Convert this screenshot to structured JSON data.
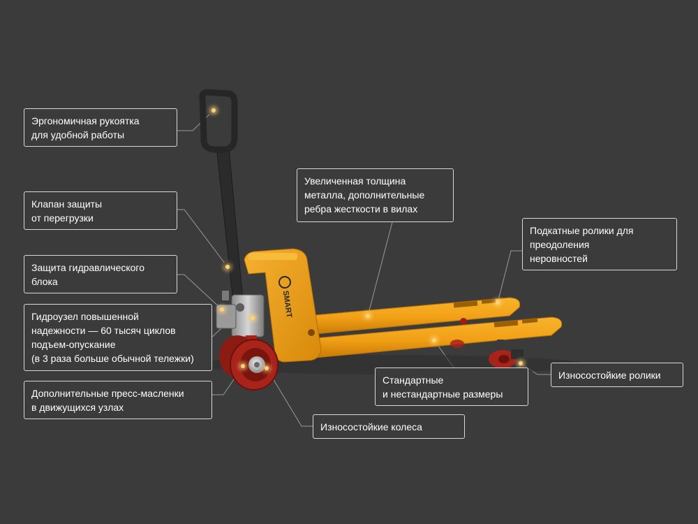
{
  "colors": {
    "background": "#3b3b3b",
    "callout_border": "#d9d9d9",
    "text": "#ffffff",
    "frame_orange": "#f2a016",
    "frame_orange_dark": "#c97c06",
    "handle": "#2a2a2a",
    "wheel_red": "#a8231a",
    "leader_line": "#9a9a9a",
    "marker_glow": "#ffd27a"
  },
  "brand": {
    "logo_text": "SMART"
  },
  "callouts": {
    "handle": "Эргономичная рукоятка\nдля удобной работы",
    "overload_valve": "Клапан защиты\nот перегрузки",
    "hydraulic_protection": "Защита гидравлического\nблока",
    "hydraulic_unit": "Гидроузел повышенной\nнадежности — 60 тысяч циклов\nподъем-опускание\n(в 3 раза больше обычной тележки)",
    "grease_fittings": "Дополнительные пресс-масленки\nв движущихся узлах",
    "metal_thickness": "Увеличенная толщина\nметалла, дополнительные\nребра жесткости в вилах",
    "entry_rollers": "Подкатные ролики для\nпреодоления\nнеровностей",
    "wear_rollers": "Износостойкие ролики",
    "sizes": "Стандартные\nи нестандартные размеры",
    "wear_wheels": "Износостойкие колеса"
  }
}
